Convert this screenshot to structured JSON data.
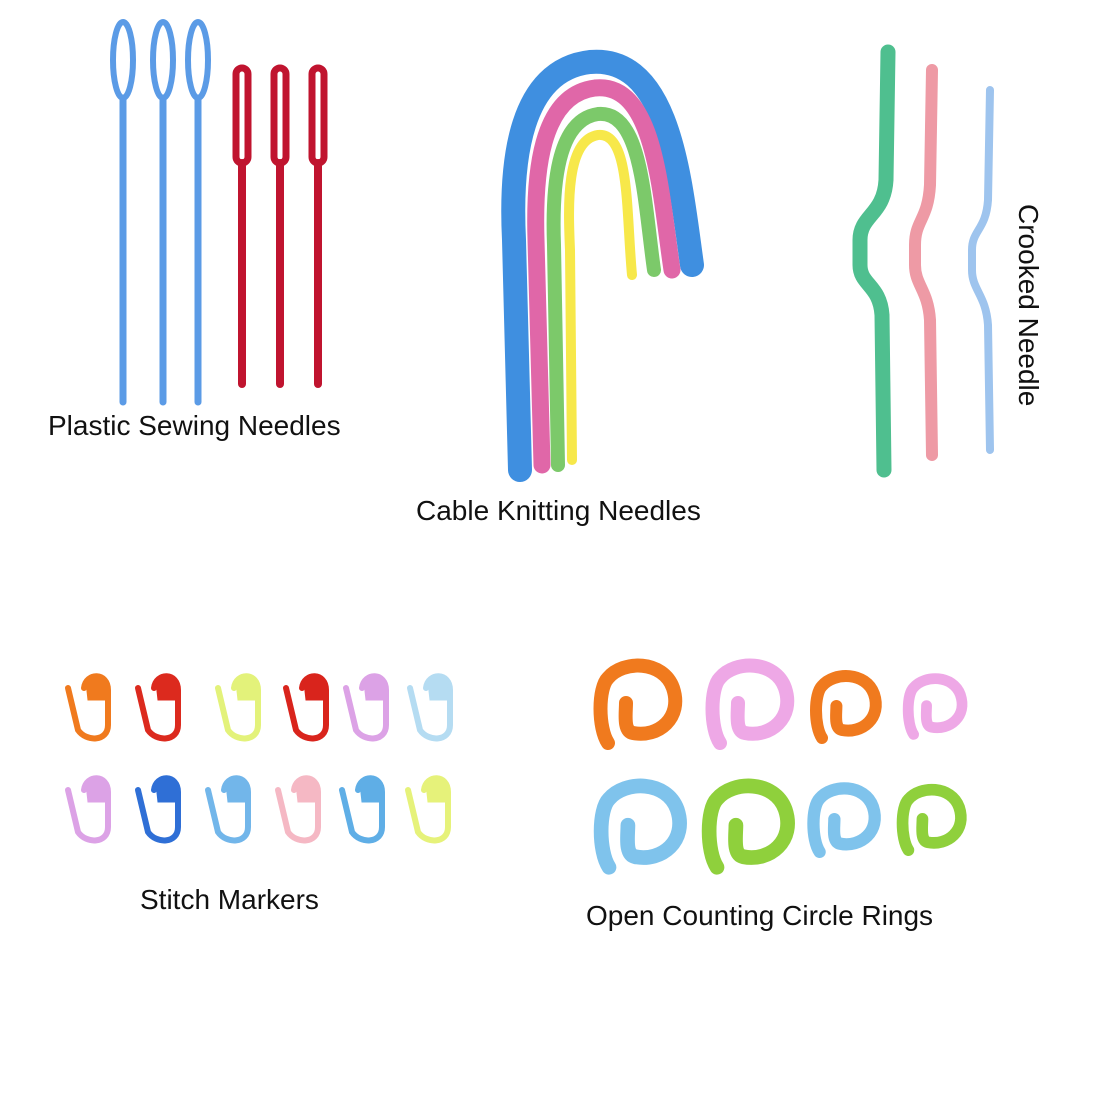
{
  "sections": {
    "sewing_needles": {
      "label": "Plastic Sewing Needles",
      "count_blue": 3,
      "count_red": 3,
      "colors": {
        "blue": "#5b9be6",
        "red": "#c0142f"
      }
    },
    "cable_needles": {
      "label": "Cable Knitting Needles",
      "colors": [
        "#3f8fe0",
        "#e067a8",
        "#7cc96a",
        "#f7e84a"
      ]
    },
    "crooked_needle": {
      "label": "Crooked Needle",
      "colors": [
        "#4fbf8f",
        "#ee9aa5",
        "#9ec4ee"
      ]
    },
    "stitch_markers": {
      "label": "Stitch Markers",
      "row1": [
        "#f07a1e",
        "#dc2a1e",
        "#e3f27a",
        "#d9241c",
        "#dca2e6",
        "#b5dcf2"
      ],
      "row2": [
        "#dca2e6",
        "#2f6fd6",
        "#72b6ea",
        "#f5b8c4",
        "#5faee6",
        "#e6f27a"
      ]
    },
    "counting_rings": {
      "label": "Open Counting Circle Rings",
      "row1": [
        "#f07a1e",
        "#eea8e6",
        "#f07a1e",
        "#eea8e6"
      ],
      "row2": [
        "#7fc3ec",
        "#8fd03c",
        "#7fc3ec",
        "#8fd03c"
      ]
    }
  }
}
